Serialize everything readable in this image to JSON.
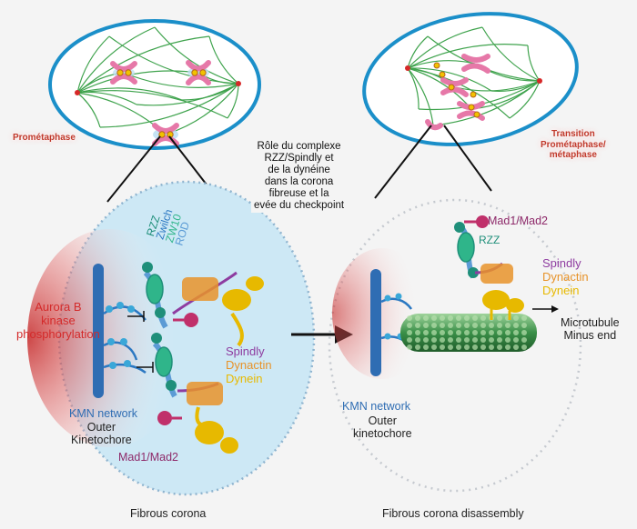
{
  "labels": {
    "prometaphase": "Prométaphase",
    "transition": [
      "Transition",
      "Prométaphase/",
      "métaphase"
    ],
    "center_title": [
      "Rôle du complexe",
      "RZZ/Spindly et",
      "de la dynéine",
      "dans la corona",
      "fibreuse et la",
      "evée du checkpoint"
    ],
    "rzz_stack": [
      "RZZ",
      "Zwilch",
      "ZW10",
      "ROD"
    ],
    "aurora": [
      "Aurora B",
      "kinase",
      "phosphorylation"
    ],
    "left_motor": [
      "Spindly",
      "Dynactin",
      "Dynein"
    ],
    "kmn_left": "KMN network",
    "outer_left": [
      "Outer",
      "Kinetochore"
    ],
    "mad_left": "Mad1/Mad2",
    "fibrous_corona": "Fibrous corona",
    "mad_right": "Mad1/Mad2",
    "rzz_right": "RZZ",
    "right_motor": [
      "Spindly",
      "Dynactin",
      "Dynein"
    ],
    "microtubule": [
      "Microtubule",
      "Minus end"
    ],
    "kmn_right": "KMN network",
    "outer_right": [
      "Outer",
      "kinetochore"
    ],
    "disassembly": "Fibrous corona disassembly"
  },
  "colors": {
    "cell_outline": "#1b8fc9",
    "spindle_fiber": "#3fa34d",
    "pole": "#d62828",
    "chromosome": "#e678a8",
    "kinetochore": "#f2c200",
    "corona_fill": "#cde8f5",
    "rzz": "#1f8f7a",
    "zwilch": "#2b78c2",
    "zw10": "#2fb58a",
    "rod": "#5b9bd5",
    "aurora": "#d42a2a",
    "spindly": "#8e3ca0",
    "dynactin": "#e7932a",
    "dynein": "#e7b900",
    "kmn": "#2f6db3",
    "mad": "#8e2a6a",
    "microtubule": "#3a7d44"
  },
  "icons": [
    "pole-dot-icon",
    "chromosome-icon",
    "kinetochore-icon",
    "arrow-right-icon",
    "inhibition-icon",
    "dynein-motor-icon",
    "microtubule-icon"
  ]
}
